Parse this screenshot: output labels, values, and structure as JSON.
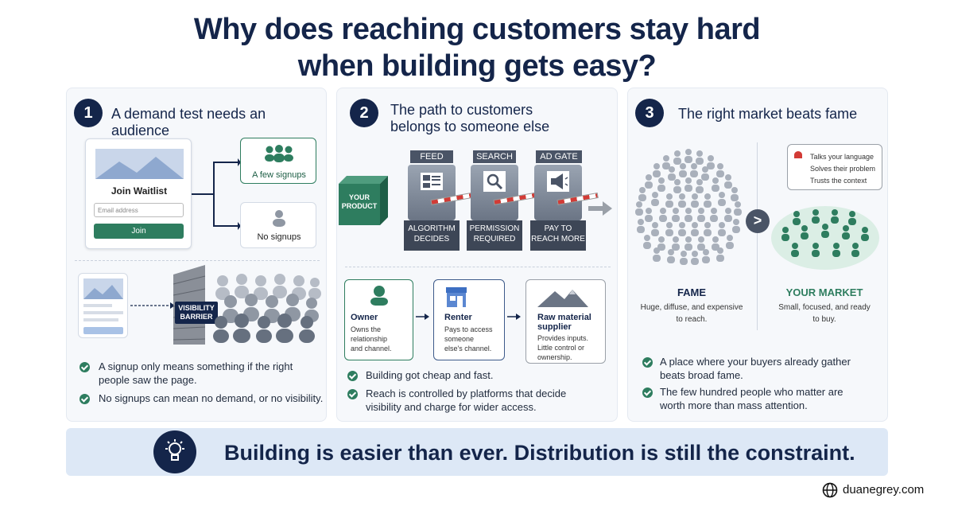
{
  "title_line1": "Why does reaching customers stay hard",
  "title_line2": "when building gets easy?",
  "panel1": {
    "number": "1",
    "title": "A demand test needs an audience",
    "waitlist_title": "Join Waitlist",
    "email_placeholder": "Email address",
    "join_button": "Join",
    "few_signups": "A few signups",
    "no_signups": "No signups",
    "barrier_line1": "VISIBILITY",
    "barrier_line2": "BARRIER",
    "bullet1_line1": "A signup only means something if the right",
    "bullet1_line2": "people saw the page.",
    "bullet2": "No signups can mean no demand, or no visibility."
  },
  "panel2": {
    "number": "2",
    "title_line1": "The path to customers",
    "title_line2": "belongs to someone else",
    "product_line1": "YOUR",
    "product_line2": "PRODUCT",
    "gates": [
      {
        "top": "FEED",
        "bottom_line1": "ALGORITHM",
        "bottom_line2": "DECIDES"
      },
      {
        "top": "SEARCH",
        "bottom_line1": "PERMISSION",
        "bottom_line2": "REQUIRED"
      },
      {
        "top": "AD GATE",
        "bottom_line1": "PAY TO",
        "bottom_line2": "REACH MORE"
      }
    ],
    "roles": [
      {
        "title": "Owner",
        "line1": "Owns the",
        "line2": "relationship",
        "line3": "and channel."
      },
      {
        "title": "Renter",
        "line1": "Pays to access",
        "line2": "someone",
        "line3": "else's channel."
      },
      {
        "title_line1": "Raw material",
        "title_line2": "supplier",
        "line1": "Provides inputs.",
        "line2": "Little control or",
        "line3": "ownership."
      }
    ],
    "bullet1": "Building got cheap and fast.",
    "bullet2_line1": "Reach is controlled by platforms that decide",
    "bullet2_line2": "visibility and charge for wider access."
  },
  "panel3": {
    "number": "3",
    "title": "The right market beats fame",
    "bubble_line1": "Talks your language",
    "bubble_line2": "Solves their problem",
    "bubble_line3": "Trusts the context",
    "fame_title": "FAME",
    "fame_line1": "Huge, diffuse, and expensive",
    "fame_line2": "to reach.",
    "market_title": "YOUR MARKET",
    "market_line1": "Small, focused, and ready",
    "market_line2": "to buy.",
    "bullet1_line1": "A place where your buyers already gather",
    "bullet1_line2": "beats broad fame.",
    "bullet2_line1": "The few hundred people who matter are",
    "bullet2_line2": "worth more than mass attention."
  },
  "bottom_text": "Building is easier than ever. Distribution is still the constraint.",
  "footer_site": "duanegrey.com",
  "colors": {
    "navy": "#14254a",
    "green": "#2e7d5f",
    "gray": "#8f97a3"
  }
}
